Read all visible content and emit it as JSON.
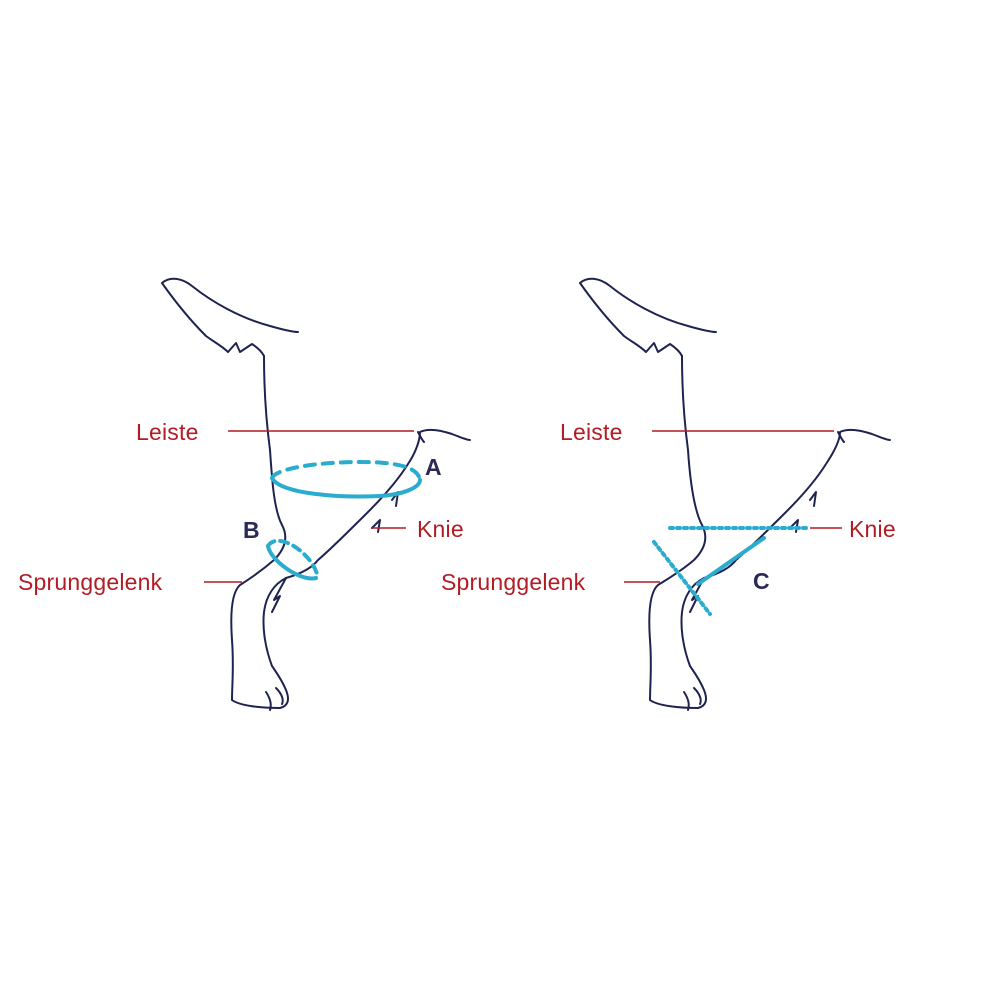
{
  "colors": {
    "label_text": "#b21c24",
    "leader_line": "#b21c24",
    "outline": "#1f2350",
    "measure": "#2aaccf",
    "letter": "#2a2a55",
    "background": "#ffffff"
  },
  "left_figure": {
    "labels": {
      "groin": "Leiste",
      "knee": "Knie",
      "hock": "Sprunggelenk"
    },
    "markers": {
      "thigh_circumference": "A",
      "hock_circumference": "B"
    }
  },
  "right_figure": {
    "labels": {
      "groin": "Leiste",
      "knee": "Knie",
      "hock": "Sprunggelenk"
    },
    "markers": {
      "knee_to_hock_length": "C"
    }
  }
}
